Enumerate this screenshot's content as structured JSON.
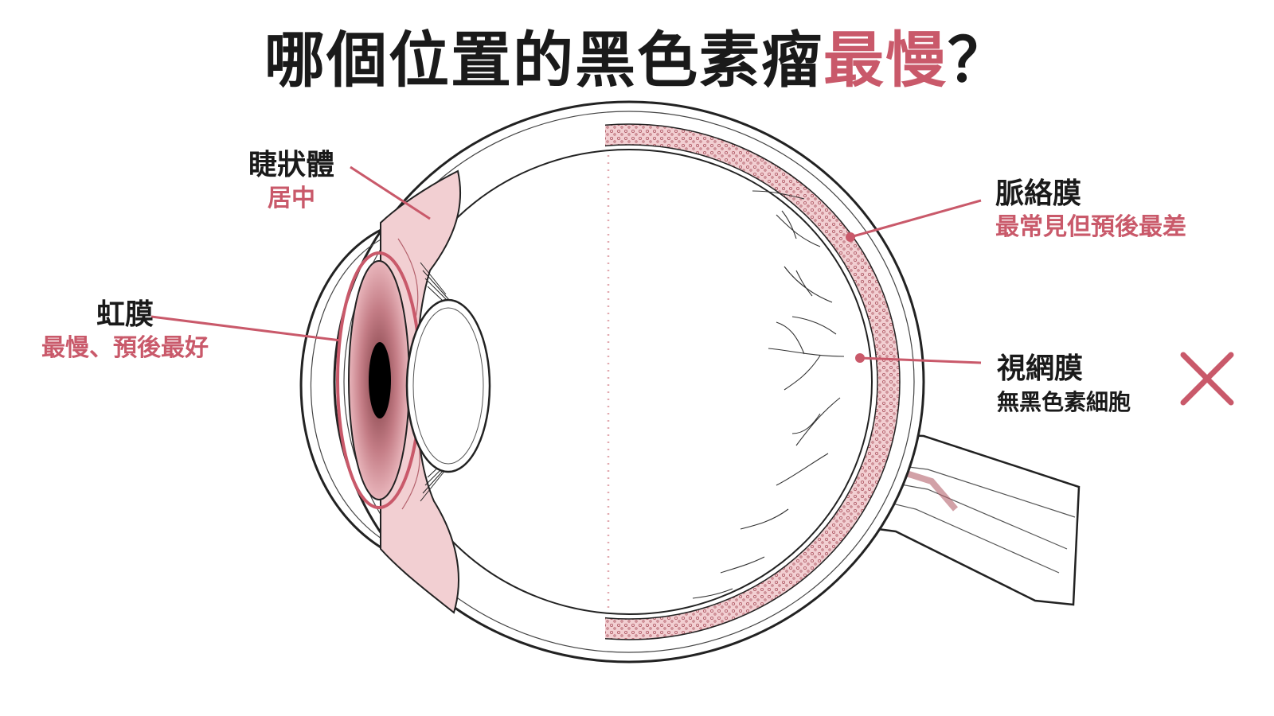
{
  "title": {
    "main": "哪個位置的黑色素瘤",
    "highlight": "最慢",
    "suffix": "？"
  },
  "labels": {
    "ciliary": {
      "name": "睫狀體",
      "sub": "居中"
    },
    "iris": {
      "name": "虹膜",
      "sub": "最慢、預後最好"
    },
    "choroid": {
      "name": "脈絡膜",
      "sub": "最常見但預後最差"
    },
    "retina": {
      "name": "視網膜",
      "sub": "無黑色素細胞"
    }
  },
  "colors": {
    "accent": "#c9596a",
    "text": "#1a1a1a",
    "tissue": "#f2cfd2",
    "line": "#222222"
  },
  "icons": {
    "retina_mark": "cross-mark-icon"
  }
}
